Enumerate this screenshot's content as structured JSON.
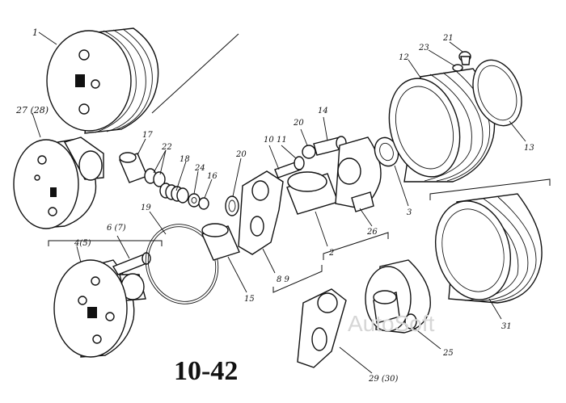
{
  "figure": {
    "number": "10-42",
    "watermark": "AutoSoft"
  },
  "callouts": [
    {
      "id": "p1",
      "text": "1"
    },
    {
      "id": "p27",
      "text": "27 (28)"
    },
    {
      "id": "p17",
      "text": "17"
    },
    {
      "id": "p22",
      "text": "22"
    },
    {
      "id": "p18",
      "text": "18"
    },
    {
      "id": "p24",
      "text": "24"
    },
    {
      "id": "p16",
      "text": "16"
    },
    {
      "id": "p20a",
      "text": "20"
    },
    {
      "id": "p10",
      "text": "10"
    },
    {
      "id": "p11",
      "text": "11"
    },
    {
      "id": "p20b",
      "text": "20"
    },
    {
      "id": "p14",
      "text": "14"
    },
    {
      "id": "p21",
      "text": "21"
    },
    {
      "id": "p23",
      "text": "23"
    },
    {
      "id": "p12",
      "text": "12"
    },
    {
      "id": "p13",
      "text": "13"
    },
    {
      "id": "p19",
      "text": "19"
    },
    {
      "id": "p6",
      "text": "6 (7)"
    },
    {
      "id": "p4",
      "text": "4(5)"
    },
    {
      "id": "p15",
      "text": "15"
    },
    {
      "id": "p89",
      "text": "8 9"
    },
    {
      "id": "p2",
      "text": "2"
    },
    {
      "id": "p26",
      "text": "26"
    },
    {
      "id": "p3",
      "text": "3"
    },
    {
      "id": "p31",
      "text": "31"
    },
    {
      "id": "p25",
      "text": "25"
    },
    {
      "id": "p29",
      "text": "29 (30)"
    }
  ]
}
